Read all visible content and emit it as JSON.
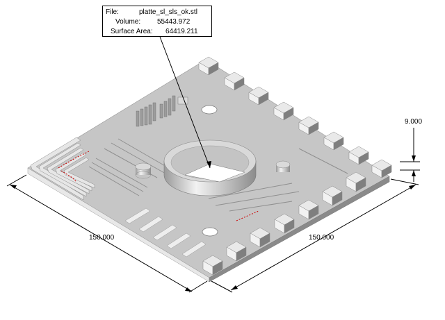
{
  "file_info": {
    "file_label": "File:",
    "file_value": "platte_sl_sls_ok.stl",
    "volume_label": "Volume:",
    "volume_value": "55443.972",
    "area_label": "Surface Area:",
    "area_value": "64419.211"
  },
  "dimensions": {
    "width": "150.000",
    "depth": "150.000",
    "height": "9.000"
  },
  "colors": {
    "background": "#ffffff",
    "top_face": "#c9c9c9",
    "front_face": "#e6e6e6",
    "side_face": "#8a8a8a",
    "defect_marks": "#cc0000"
  }
}
